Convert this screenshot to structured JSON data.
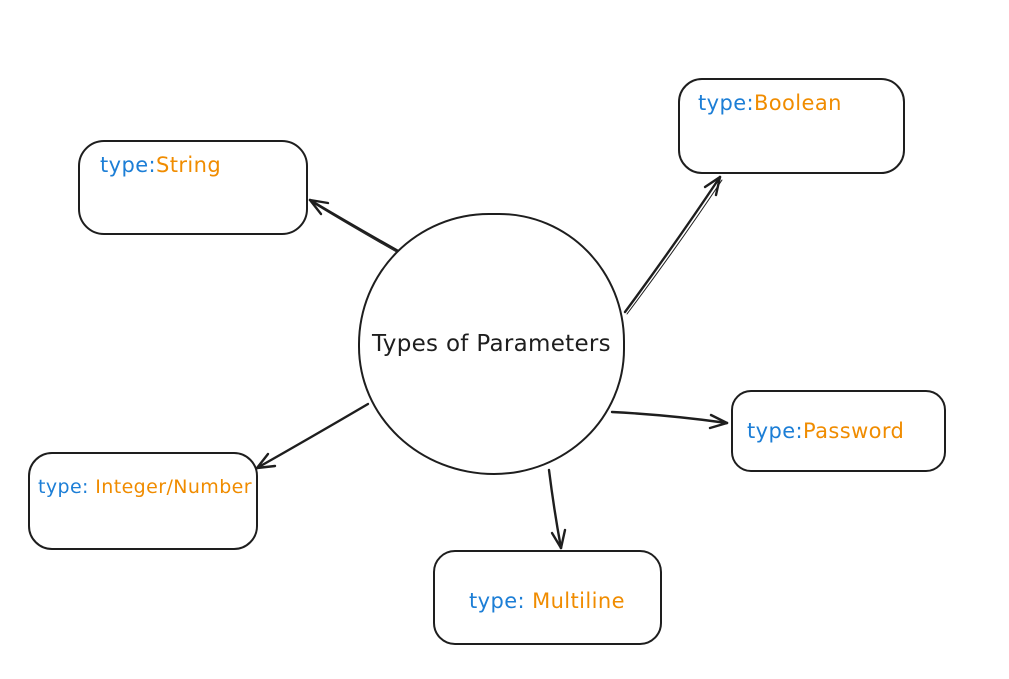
{
  "colors": {
    "prefix": "#1c7ed6",
    "value": "#f08c00",
    "stroke": "#1e1e1e",
    "background": "#ffffff"
  },
  "center": {
    "label": "Types of Parameters"
  },
  "nodes": [
    {
      "id": "string",
      "prefix": "type:",
      "value": "String"
    },
    {
      "id": "boolean",
      "prefix": "type:",
      "value": "Boolean"
    },
    {
      "id": "password",
      "prefix": "type:",
      "value": "Password"
    },
    {
      "id": "integer",
      "prefix": "type: ",
      "value": "Integer/Number"
    },
    {
      "id": "multiline",
      "prefix": "type: ",
      "value": "Multiline"
    }
  ],
  "arrows": [
    {
      "id": "arrow-to-string",
      "from": "center",
      "to": "string"
    },
    {
      "id": "arrow-to-boolean",
      "from": "center",
      "to": "boolean"
    },
    {
      "id": "arrow-to-password",
      "from": "center",
      "to": "password"
    },
    {
      "id": "arrow-to-integer",
      "from": "center",
      "to": "integer"
    },
    {
      "id": "arrow-to-multiline",
      "from": "center",
      "to": "multiline"
    }
  ]
}
